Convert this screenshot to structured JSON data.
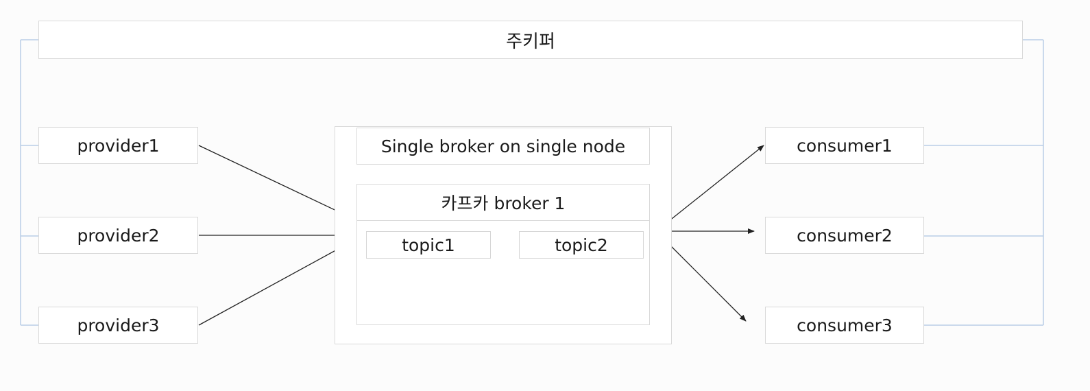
{
  "zookeeper": {
    "label": "주키퍼"
  },
  "providers": [
    {
      "label": "provider1"
    },
    {
      "label": "provider2"
    },
    {
      "label": "provider3"
    }
  ],
  "consumers": [
    {
      "label": "consumer1"
    },
    {
      "label": "consumer2"
    },
    {
      "label": "consumer3"
    }
  ],
  "broker_group": {
    "title": "Single broker on single node",
    "broker": {
      "title": "카프카 broker 1",
      "topics": [
        {
          "label": "topic1"
        },
        {
          "label": "topic2"
        }
      ]
    }
  },
  "colors": {
    "connector_line": "#b9cde6",
    "arrow_line": "#222222",
    "box_border": "#d9d9d9",
    "background": "#fcfcfc"
  }
}
